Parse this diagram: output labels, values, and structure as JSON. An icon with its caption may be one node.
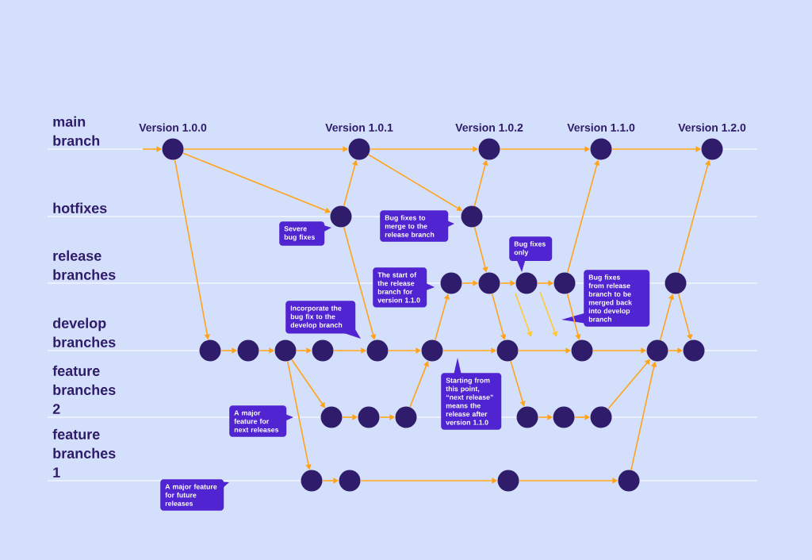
{
  "diagram": {
    "nodes": [
      {
        "text": [],
        "shape": "circle",
        "beside": [
          "Version 1.0.0"
        ]
      },
      {
        "text": [],
        "shape": "circle",
        "beside": [
          "Version 1.0.1"
        ]
      },
      {
        "text": [],
        "shape": "circle",
        "beside": [
          "Version 1.0.2"
        ]
      },
      {
        "text": [],
        "shape": "circle",
        "beside": [
          "Version 1.1.0"
        ]
      },
      {
        "text": [],
        "shape": "circle",
        "beside": [
          "Version 1.2.0"
        ]
      },
      {
        "text": [],
        "shape": "circle"
      },
      {
        "text": [],
        "shape": "circle"
      },
      {
        "text": [],
        "shape": "circle"
      },
      {
        "text": [],
        "shape": "circle"
      },
      {
        "text": [],
        "shape": "circle"
      },
      {
        "text": [],
        "shape": "circle"
      },
      {
        "text": [],
        "shape": "circle"
      },
      {
        "text": [],
        "shape": "circle"
      },
      {
        "text": [],
        "shape": "circle"
      },
      {
        "text": [],
        "shape": "circle"
      },
      {
        "text": [],
        "shape": "circle"
      },
      {
        "text": [],
        "shape": "circle"
      },
      {
        "text": [],
        "shape": "circle"
      },
      {
        "text": [],
        "shape": "circle"
      },
      {
        "text": [],
        "shape": "circle"
      },
      {
        "text": [],
        "shape": "circle"
      },
      {
        "text": [],
        "shape": "circle"
      },
      {
        "text": [],
        "shape": "circle"
      },
      {
        "text": [],
        "shape": "circle"
      },
      {
        "text": [],
        "shape": "circle"
      },
      {
        "text": [],
        "shape": "circle"
      },
      {
        "text": [],
        "shape": "circle"
      },
      {
        "text": [],
        "shape": "circle"
      },
      {
        "text": [],
        "shape": "circle"
      },
      {
        "text": [],
        "shape": "circle"
      },
      {
        "text": [],
        "shape": "circle"
      },
      {
        "text": [],
        "shape": "circle"
      },
      {
        "text": [
          "Severe bug fixes"
        ]
      },
      {
        "text": [
          "Bug fixes to merge to the release branch"
        ]
      },
      {
        "text": [
          "The start of the release branch for version 1.1.0"
        ]
      },
      {
        "text": [
          "Incorporate the bug fix to the develop branch"
        ]
      },
      {
        "text": [
          "Bug fixes only"
        ]
      },
      {
        "text": [
          "Bug fixes from release branch to be merged back into develop branch"
        ]
      },
      {
        "text": [
          "Starting from this point, “next release” means the release after version 1.1.0"
        ]
      },
      {
        "text": [
          "A major feature for next releases"
        ]
      },
      {
        "text": [
          "A major feature for future releases"
        ]
      }
    ],
    "edges": [
      {
        "from": null,
        "to": 0,
        "arrow": "to"
      },
      {
        "from": 0,
        "to": 1,
        "arrow": "to"
      },
      {
        "from": 1,
        "to": 2,
        "arrow": "to"
      },
      {
        "from": 2,
        "to": 3,
        "arrow": "to"
      },
      {
        "from": 3,
        "to": 4,
        "arrow": "to"
      },
      {
        "from": 0,
        "to": 5,
        "arrow": "to"
      },
      {
        "from": 5,
        "to": 1,
        "arrow": "to"
      },
      {
        "from": 5,
        "to": 16,
        "arrow": "to"
      },
      {
        "from": 1,
        "to": 6,
        "arrow": "to"
      },
      {
        "from": 6,
        "to": 2,
        "arrow": "to"
      },
      {
        "from": 6,
        "to": 8,
        "arrow": "to"
      },
      {
        "from": 0,
        "to": 12,
        "arrow": "to"
      },
      {
        "from": 12,
        "to": 13,
        "arrow": "to"
      },
      {
        "from": 13,
        "to": 14,
        "arrow": "to"
      },
      {
        "from": 14,
        "to": 15,
        "arrow": "to"
      },
      {
        "from": 15,
        "to": 16,
        "arrow": "to"
      },
      {
        "from": 16,
        "to": 17,
        "arrow": "to"
      },
      {
        "from": 17,
        "to": 18,
        "arrow": "to"
      },
      {
        "from": 18,
        "to": 19,
        "arrow": "to"
      },
      {
        "from": 19,
        "to": 20,
        "arrow": "to"
      },
      {
        "from": 20,
        "to": 21,
        "arrow": "to"
      },
      {
        "from": 14,
        "to": 22,
        "arrow": "to"
      },
      {
        "from": 14,
        "to": 28,
        "arrow": "to"
      },
      {
        "from": 22,
        "to": 23,
        "arrow": "to"
      },
      {
        "from": 23,
        "to": 24,
        "arrow": "to"
      },
      {
        "from": 24,
        "to": 17,
        "arrow": "to"
      },
      {
        "from": 17,
        "to": 7,
        "arrow": "to"
      },
      {
        "from": 7,
        "to": 8,
        "arrow": "to"
      },
      {
        "from": 8,
        "to": 9,
        "arrow": "to"
      },
      {
        "from": 9,
        "to": 10,
        "arrow": "to"
      },
      {
        "from": 10,
        "to": 3,
        "arrow": "to"
      },
      {
        "from": 10,
        "to": 19,
        "arrow": "to"
      },
      {
        "from": 8,
        "to": 18,
        "arrow": "to"
      },
      {
        "from": 18,
        "to": 25,
        "arrow": "to"
      },
      {
        "from": 25,
        "to": 26,
        "arrow": "to"
      },
      {
        "from": 26,
        "to": 27,
        "arrow": "to"
      },
      {
        "from": 27,
        "to": 20,
        "arrow": "to"
      },
      {
        "from": 28,
        "to": 29,
        "arrow": "to"
      },
      {
        "from": 29,
        "to": 30,
        "arrow": "to"
      },
      {
        "from": 30,
        "to": 31,
        "arrow": "to"
      },
      {
        "from": 31,
        "to": 20,
        "arrow": "to"
      },
      {
        "from": 20,
        "to": 11,
        "arrow": "to"
      },
      {
        "from": 11,
        "to": 4,
        "arrow": "to"
      },
      {
        "from": 11,
        "to": 21,
        "arrow": "to"
      }
    ],
    "labels": [
      "main branch",
      "hotfixes",
      "release branches",
      "develop branches",
      "feature branches 2",
      "feature branches 1"
    ]
  }
}
